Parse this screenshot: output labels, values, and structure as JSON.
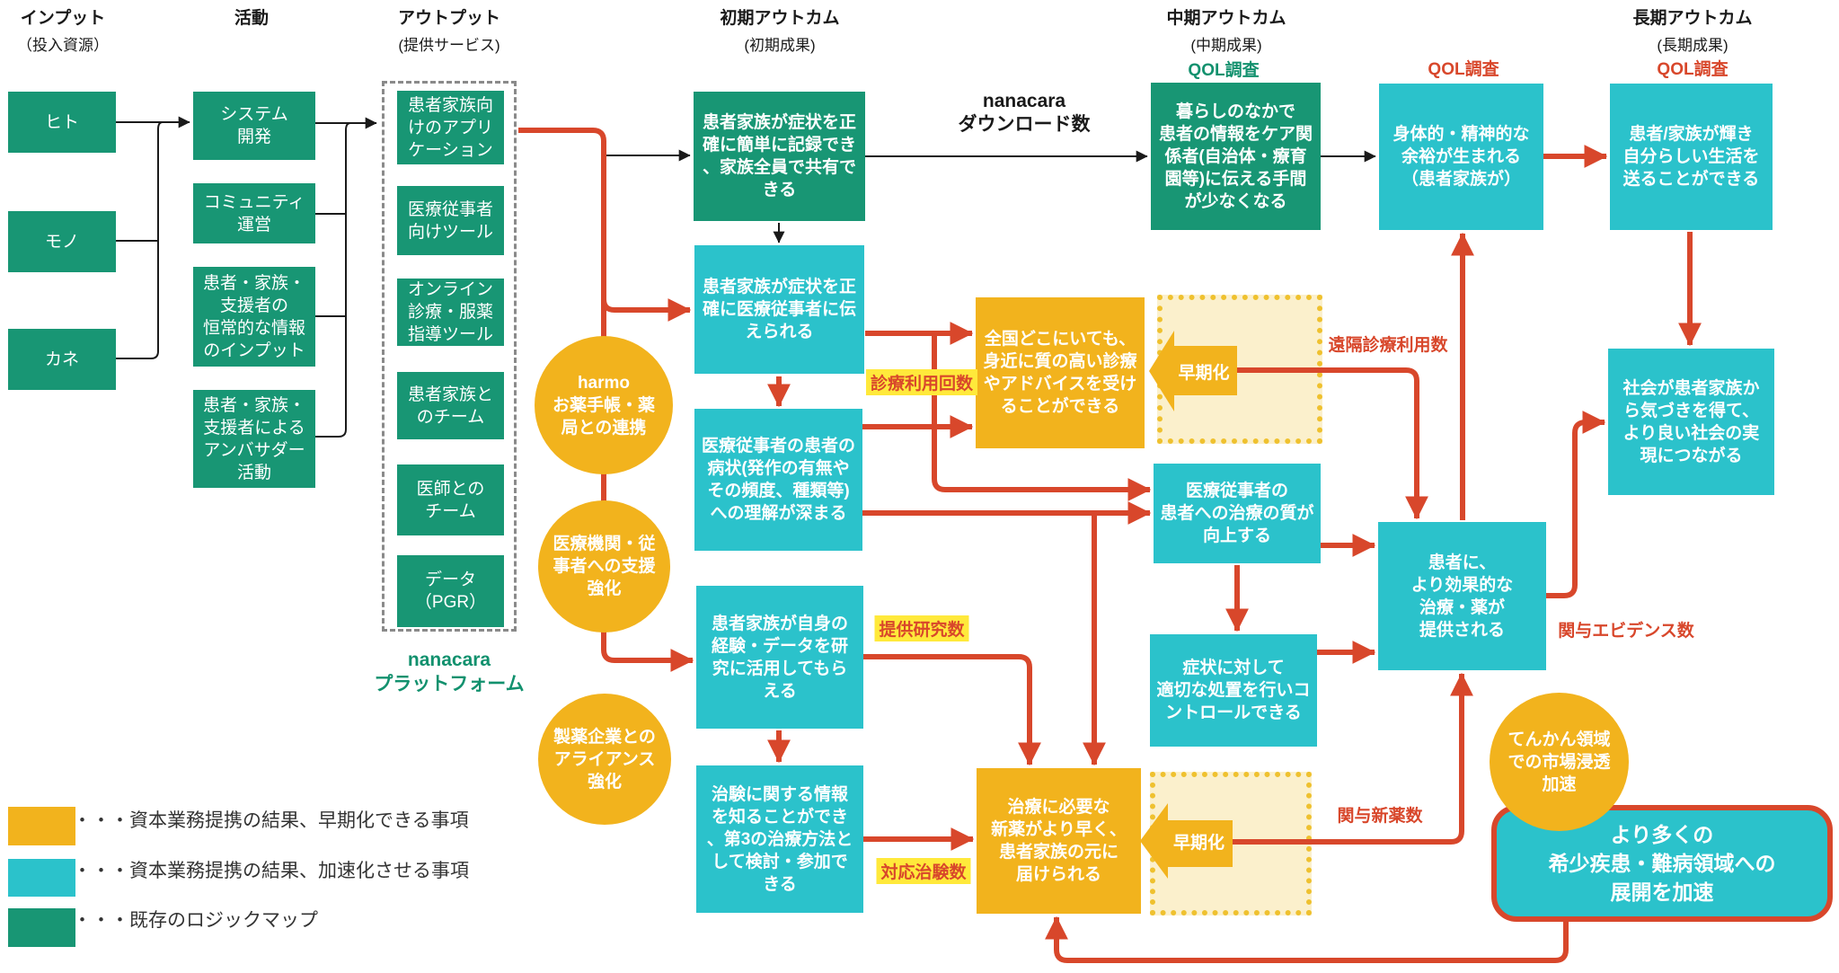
{
  "colors": {
    "green": "#189674",
    "cyan": "#2bc2cb",
    "yellow": "#f2b31d",
    "pale_yellow": "#fbf0cc",
    "dotted_border": "#efc12f",
    "red": "#d8472b",
    "highlight": "#ffe93b",
    "ink": "#1a1a1a",
    "nanacara_green": "#12916e"
  },
  "headers": [
    {
      "title": "インプット",
      "subtitle": "（投入資源）"
    },
    {
      "title": "活動",
      "subtitle": ""
    },
    {
      "title": "アウトプット",
      "subtitle": "(提供サービス)"
    },
    {
      "title": "初期アウトカム",
      "subtitle": "(初期成果)"
    },
    {
      "title": "中期アウトカム",
      "subtitle": "(中期成果)"
    },
    {
      "title": "長期アウトカム",
      "subtitle": "(長期成果)"
    }
  ],
  "nodes": {
    "hito": "ヒト",
    "mono": "モノ",
    "kane": "カネ",
    "a1": "システム\n開発",
    "a2": "コミュニティ\n運営",
    "a3": "患者・家族・\n支援者の\n恒常的な情報\nのインプット",
    "a4": "患者・家族・\n支援者による\nアンバサダー\n活動",
    "o1": "患者家族向\nけのアプリ\nケーション",
    "o2": "医療従事者\n向けツール",
    "o3": "オンライン\n診療・服薬\n指導ツール",
    "o4": "患者家族と\nのチーム",
    "o5": "医師との\nチーム",
    "o6": "データ\n（PGR）",
    "e1": "患者家族が症状を正\n確に簡単に記録でき\n、家族全員で共有で\nきる",
    "e2": "患者家族が症状を正\n確に医療従事者に伝\nえられる",
    "e3": "医療従事者の患者の\n病状(発作の有無や\nその頻度、種類等)\nへの理解が深まる",
    "e4": "患者家族が自身の\n経験・データを研\n究に活用してもら\nえる",
    "e5": "治験に関する情報\nを知ることができ\n、第3の治療方法と\nして検討・参加で\nきる",
    "m1": "暮らしのなかで\n患者の情報をケア関\n係者(自治体・療育\n園等)に伝える手間\nが少なくなる",
    "m2": "全国どこにいても、\n身近に質の高い診療\nやアドバイスを受け\nることができる",
    "m3": "医療従事者の\n患者への治療の質が\n向上する",
    "m4": "症状に対して\n適切な処置を行いコ\nントロールできる",
    "m5": "治療に必要な\n新薬がより早く、\n患者家族の元に\n届けられる",
    "m6": "患者に、\nより効果的な\n治療・薬が\n提供される",
    "l1": "身体的・精神的な\n余裕が生まれる\n（患者家族が）",
    "l2": "患者/家族が輝き\n自分らしい生活を\n送ることができる",
    "l3": "社会が患者家族か\nら気づきを得て、\nより良い社会の実\n現につながる",
    "big": "より多くの\n希少疾患・難病領域への\n展開を加速",
    "c1": "harmo\nお薬手帳・薬\n局との連携",
    "c2": "医療機関・従\n事者への支援\n強化",
    "c3": "製薬企業との\nアライアンス\n強化",
    "c4": "てんかん領域\nでの市場浸透\n加速"
  },
  "labels": {
    "nanacara_platform": "nanacara\nプラットフォーム",
    "nanacara_downloads": "nanacara\nダウンロード数",
    "qol_mid": "QOL調査",
    "qol_late1": "QOL調査",
    "qol_late2": "QOL調査",
    "shinryo": "診療利用回数",
    "teikyo": "提供研究数",
    "taio": "対応治験数",
    "enkaku": "遠隔診療利用数",
    "shinyaku": "関与新薬数",
    "evidence": "関与エビデンス数",
    "souki1": "早期化",
    "souki2": "早期化"
  },
  "legend": [
    {
      "color": "#f2b31d",
      "text": "・・・資本業務提携の結果、早期化できる事項"
    },
    {
      "color": "#2bc2cb",
      "text": "・・・資本業務提携の結果、加速化させる事項"
    },
    {
      "color": "#189674",
      "text": "・・・既存のロジックマップ"
    }
  ]
}
